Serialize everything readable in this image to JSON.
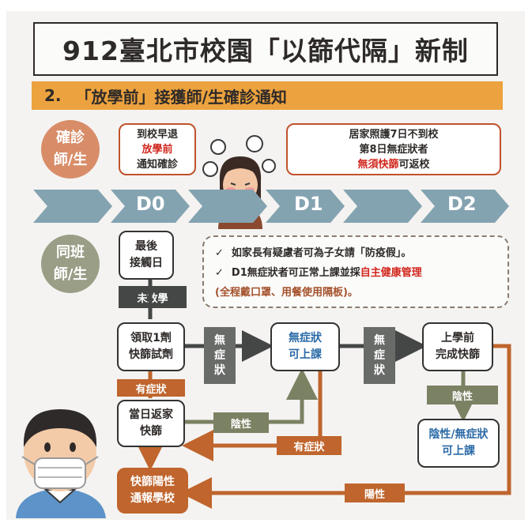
{
  "title": "912臺北市校園「以篩代隔」新制",
  "section": {
    "number": "2.",
    "title": "「放學前」接獲師/生確診通知"
  },
  "row1": {
    "label_l1": "確診",
    "label_l2": "師/生",
    "box_left": {
      "line1": "到校早退",
      "line2": "放學前",
      "line3": "通知確診"
    },
    "box_right": {
      "line1": "居家照護7日不到校",
      "line2": "第8日無症狀者",
      "line3_red": "無須快篩",
      "line3_rest": "可返校"
    }
  },
  "timeline": {
    "days": [
      "D0",
      "D1",
      "D2"
    ]
  },
  "row2": {
    "label_l1": "同班",
    "label_l2": "師/生",
    "last_contact": {
      "line1": "最後",
      "line2": "接觸日"
    },
    "not_dismissed": "未放學",
    "notes": {
      "note1": "如家長有疑慮者可為子女請「防疫假」。",
      "note2_pre": "D1無症狀者可正常上課並採",
      "note2_hl": "自主健康管理",
      "note3": "(全程戴口罩、用餐使用隔板)。",
      "check": "✓"
    }
  },
  "flow": {
    "kit": {
      "line1": "領取1劑",
      "line2": "快篩試劑"
    },
    "no_symptom_1": [
      "無",
      "症",
      "狀"
    ],
    "class_ok": {
      "line1": "無症狀",
      "line2": "可上課"
    },
    "no_symptom_2": [
      "無",
      "症",
      "狀"
    ],
    "test_before_school": {
      "line1": "上學前",
      "line2": "完成快篩"
    },
    "symptom_label": "有症狀",
    "home_test": {
      "line1": "當日返家",
      "line2": "快篩"
    },
    "negative_1": "陰性",
    "symptom_label_2": "有症狀",
    "negative_2": "陰性",
    "negative_result": {
      "line1": "陰性/無症狀",
      "line2": "可上課"
    },
    "positive_report": {
      "line1": "快篩陽性",
      "line2": "通報學校"
    },
    "positive_label": "陽性"
  },
  "colors": {
    "orange": "#eca23e",
    "brown": "#bf652d",
    "gray_arrow": "#84a3b1",
    "red_text": "#d1271d",
    "blue_text": "#2b6aa6"
  }
}
